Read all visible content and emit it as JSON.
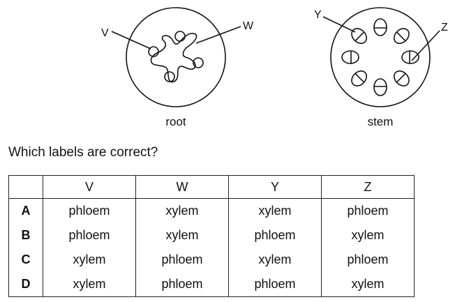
{
  "labels": {
    "v": "V",
    "w": "W",
    "y": "Y",
    "z": "Z"
  },
  "captions": {
    "root": "root",
    "stem": "stem"
  },
  "question": "Which labels are correct?",
  "table": {
    "headers": [
      "",
      "V",
      "W",
      "Y",
      "Z"
    ],
    "rows": [
      {
        "key": "A",
        "cells": [
          "phloem",
          "xylem",
          "xylem",
          "phloem"
        ]
      },
      {
        "key": "B",
        "cells": [
          "phloem",
          "xylem",
          "phloem",
          "xylem"
        ]
      },
      {
        "key": "C",
        "cells": [
          "xylem",
          "phloem",
          "xylem",
          "phloem"
        ]
      },
      {
        "key": "D",
        "cells": [
          "xylem",
          "phloem",
          "phloem",
          "xylem"
        ]
      }
    ]
  }
}
